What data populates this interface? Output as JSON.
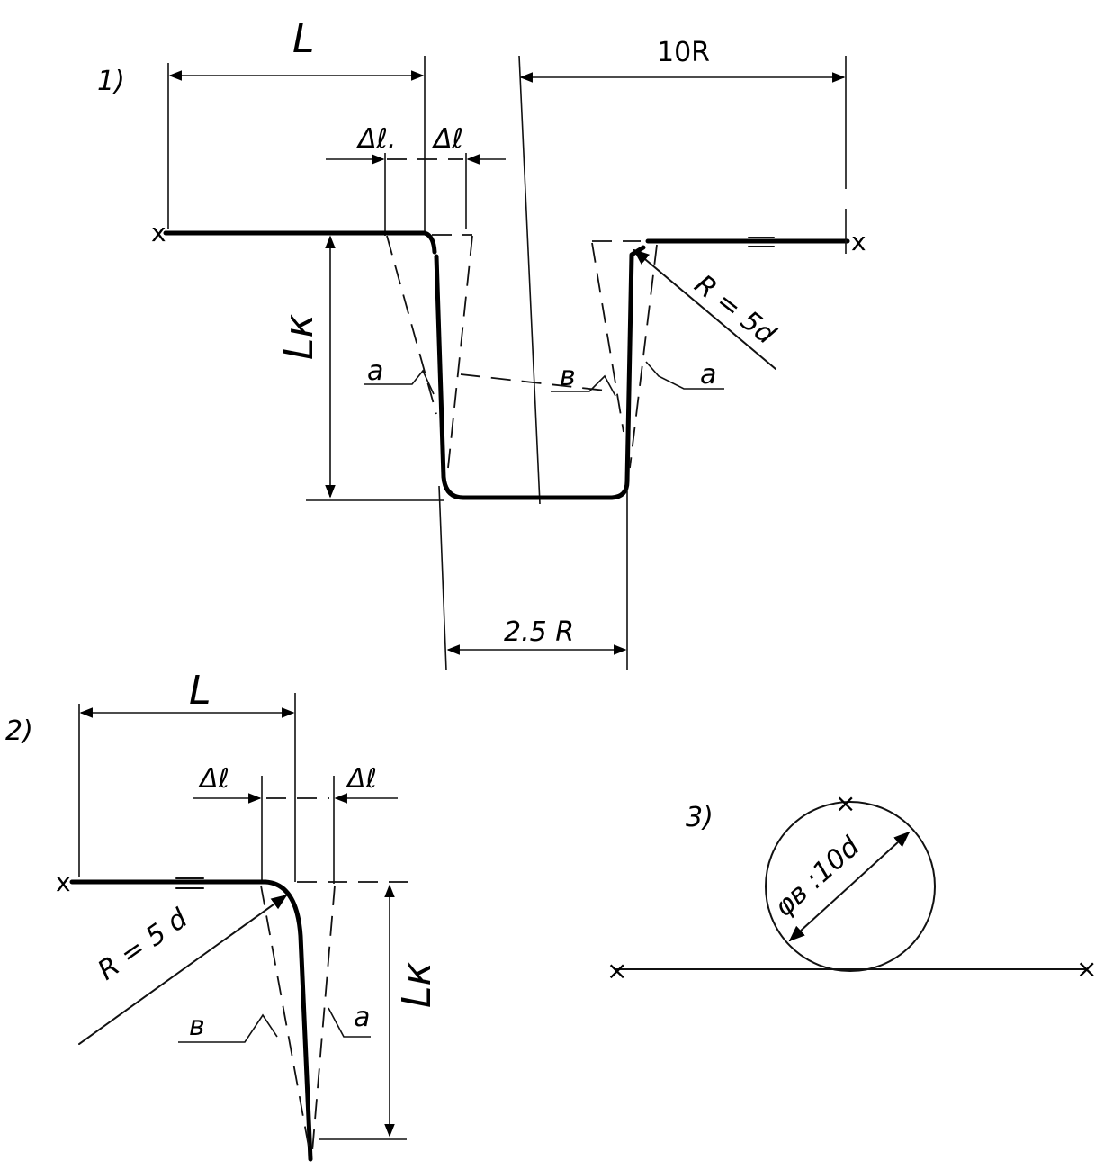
{
  "figure_1": {
    "number": "1)",
    "dim_length": "L",
    "dim_10r": "10R",
    "delta_left": "Δℓ.",
    "delta_right": "Δℓ",
    "dim_lk": "Lк",
    "radius": "R = 5d",
    "label_a_left": "a",
    "label_b": "в",
    "label_a_right": "a",
    "dim_width": "2.5 R"
  },
  "figure_2": {
    "number": "2)",
    "dim_length": "L",
    "delta_left": "Δℓ",
    "delta_right": "Δℓ",
    "radius": "R = 5 d",
    "label_b": "в",
    "label_a": "a",
    "dim_lk": "Lк"
  },
  "figure_3": {
    "number": "3)",
    "diameter": "φв :10d"
  }
}
